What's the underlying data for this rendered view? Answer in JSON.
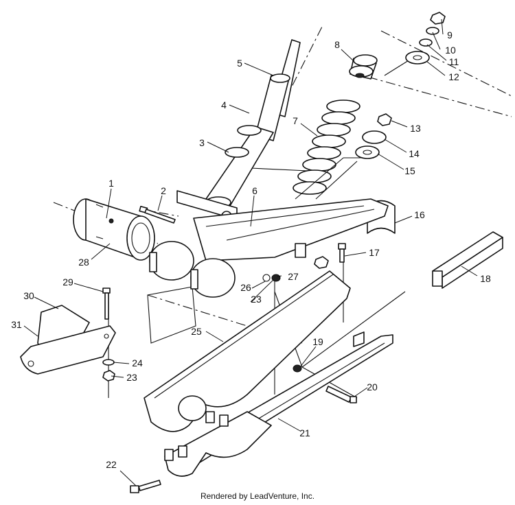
{
  "callouts": [
    "1",
    "2",
    "3",
    "4",
    "5",
    "6",
    "7",
    "8",
    "9",
    "10",
    "11",
    "12",
    "13",
    "14",
    "15",
    "16",
    "17",
    "18",
    "19",
    "20",
    "21",
    "22",
    "23",
    "24",
    "25",
    "26",
    "27",
    "28",
    "29",
    "30",
    "31"
  ],
  "caption": "Rendered by LeadVenture, Inc."
}
